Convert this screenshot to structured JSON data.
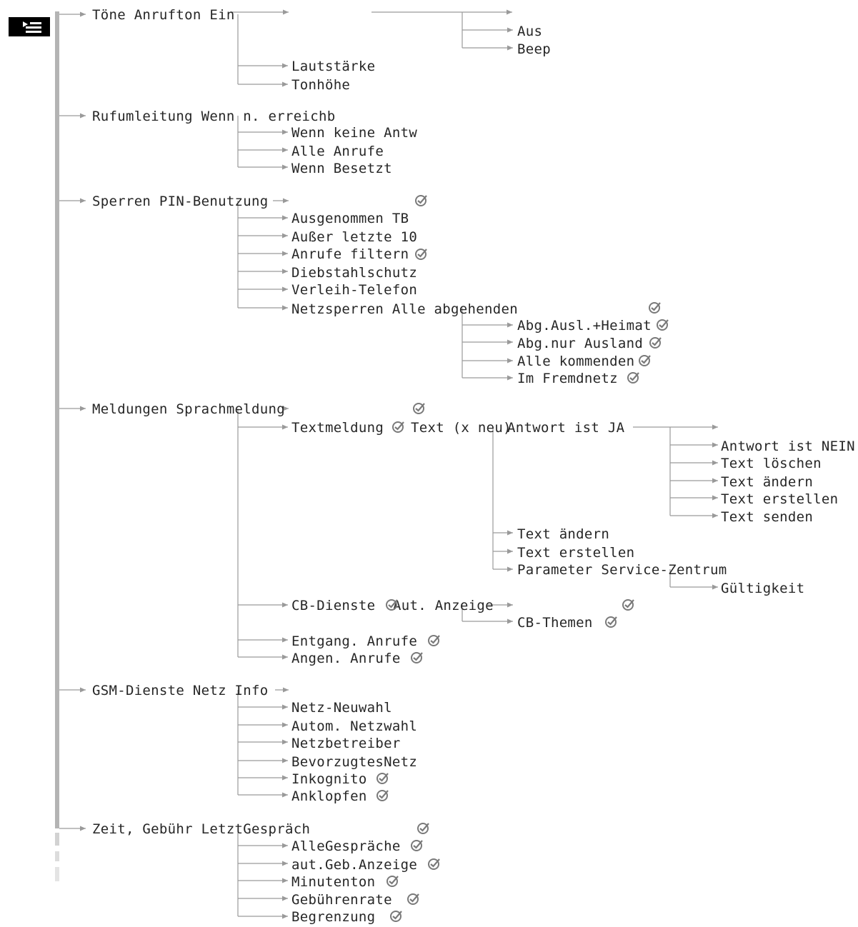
{
  "menu_icon": "menu-tree-icon",
  "colors": {
    "line": "#9a9a9a",
    "spine": "#b4b4b4",
    "text": "#262626",
    "check": "#7a7a7a"
  },
  "nodes": {
    "toene": "Töne Anrufton Ein",
    "aus": "Aus",
    "beep": "Beep",
    "lautstaerke": "Lautstärke",
    "tonhoehe": "Tonhöhe",
    "rufumleitung": "Rufumleitung Wenn n. erreichb",
    "wenn_keine": "Wenn keine Antw",
    "alle_anrufe": "Alle Anrufe",
    "wenn_besetzt": "Wenn Besetzt",
    "sperren": "Sperren PIN-Benutzung",
    "ausgenommen": "Ausgenommen TB",
    "ausser": "Außer letzte 10",
    "anrufe_filtern": "Anrufe filtern",
    "diebstahl": "Diebstahlschutz",
    "verleih": "Verleih-Telefon",
    "netzsperren": "Netzsperren Alle abgehenden",
    "abg_ausl": "Abg.Ausl.+Heimat",
    "abg_nur": "Abg.nur Ausland",
    "alle_kommenden": "Alle kommenden",
    "im_fremdnetz": "Im Fremdnetz",
    "meldungen": "Meldungen Sprachmeldung",
    "textmeldung": "Textmeldung",
    "text_x_neu": "Text (x neu)",
    "antwort_ja": "Antwort ist JA",
    "antwort_nein": "Antwort ist NEIN",
    "text_loeschen": "Text löschen",
    "text_aendern_1": "Text ändern",
    "text_erstellen_1": "Text erstellen",
    "text_senden": "Text senden",
    "text_aendern_2": "Text ändern",
    "text_erstellen_2": "Text erstellen",
    "parameter": "Parameter Service-Zentrum",
    "gueltigkeit": "Gültigkeit",
    "cb_dienste": "CB-Dienste",
    "aut_anzeige": "Aut. Anzeige",
    "cb_themen": "CB-Themen",
    "entgang": "Entgang. Anrufe",
    "angen": "Angen. Anrufe",
    "gsm": "GSM-Dienste Netz Info",
    "netz_neuwahl": "Netz-Neuwahl",
    "autom_netzwahl": "Autom. Netzwahl",
    "netzbetreiber": "Netzbetreiber",
    "bevorzugtes": "BevorzugtesNetz",
    "inkognito": "Inkognito",
    "anklopfen": "Anklopfen",
    "zeit": "Zeit, Gebühr LetztGespräch",
    "alle_gespraeche": "AlleGespräche",
    "aut_geb": "aut.Geb.Anzeige",
    "minutenton": "Minutenton",
    "gebuehrenrate": "Gebührenrate",
    "begrenzung": "Begrenzung"
  }
}
